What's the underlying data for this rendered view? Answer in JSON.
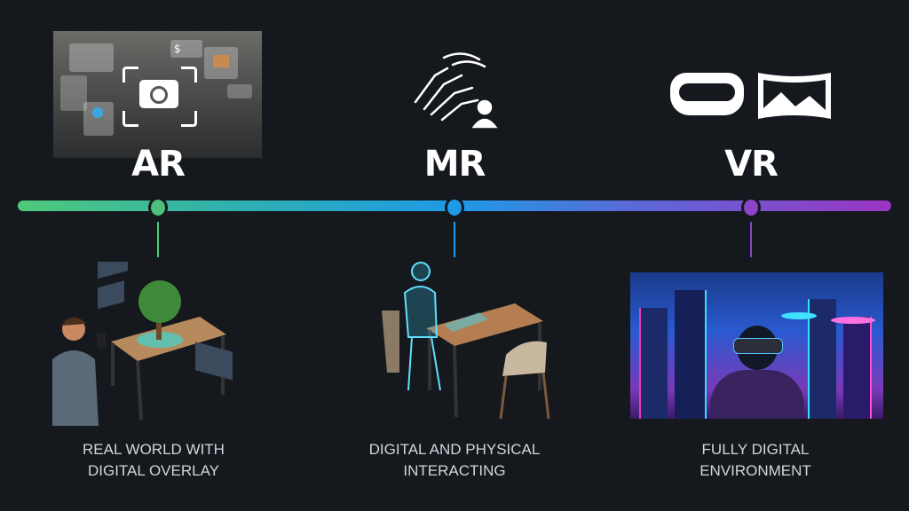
{
  "stages": [
    {
      "label": "AR",
      "caption_line1": "REAL WORLD WITH",
      "caption_line2": "DIGITAL OVERLAY",
      "color": "#4fc97a",
      "icon": "camera-ar-overlay-icon"
    },
    {
      "label": "MR",
      "caption_line1": "DIGITAL AND PHYSICAL",
      "caption_line2": "INTERACTING",
      "color": "#1e9ae6",
      "icon": "hands-person-icon"
    },
    {
      "label": "VR",
      "caption_line1": "FULLY DIGITAL",
      "caption_line2": "ENVIRONMENT",
      "color": "#8a45c8",
      "icon": "vr-headset-panorama-icon"
    }
  ],
  "colors": {
    "background": "#15181d",
    "gradient_start": "#4fc97a",
    "gradient_mid": "#1e9ae6",
    "gradient_end": "#9b35c4"
  }
}
